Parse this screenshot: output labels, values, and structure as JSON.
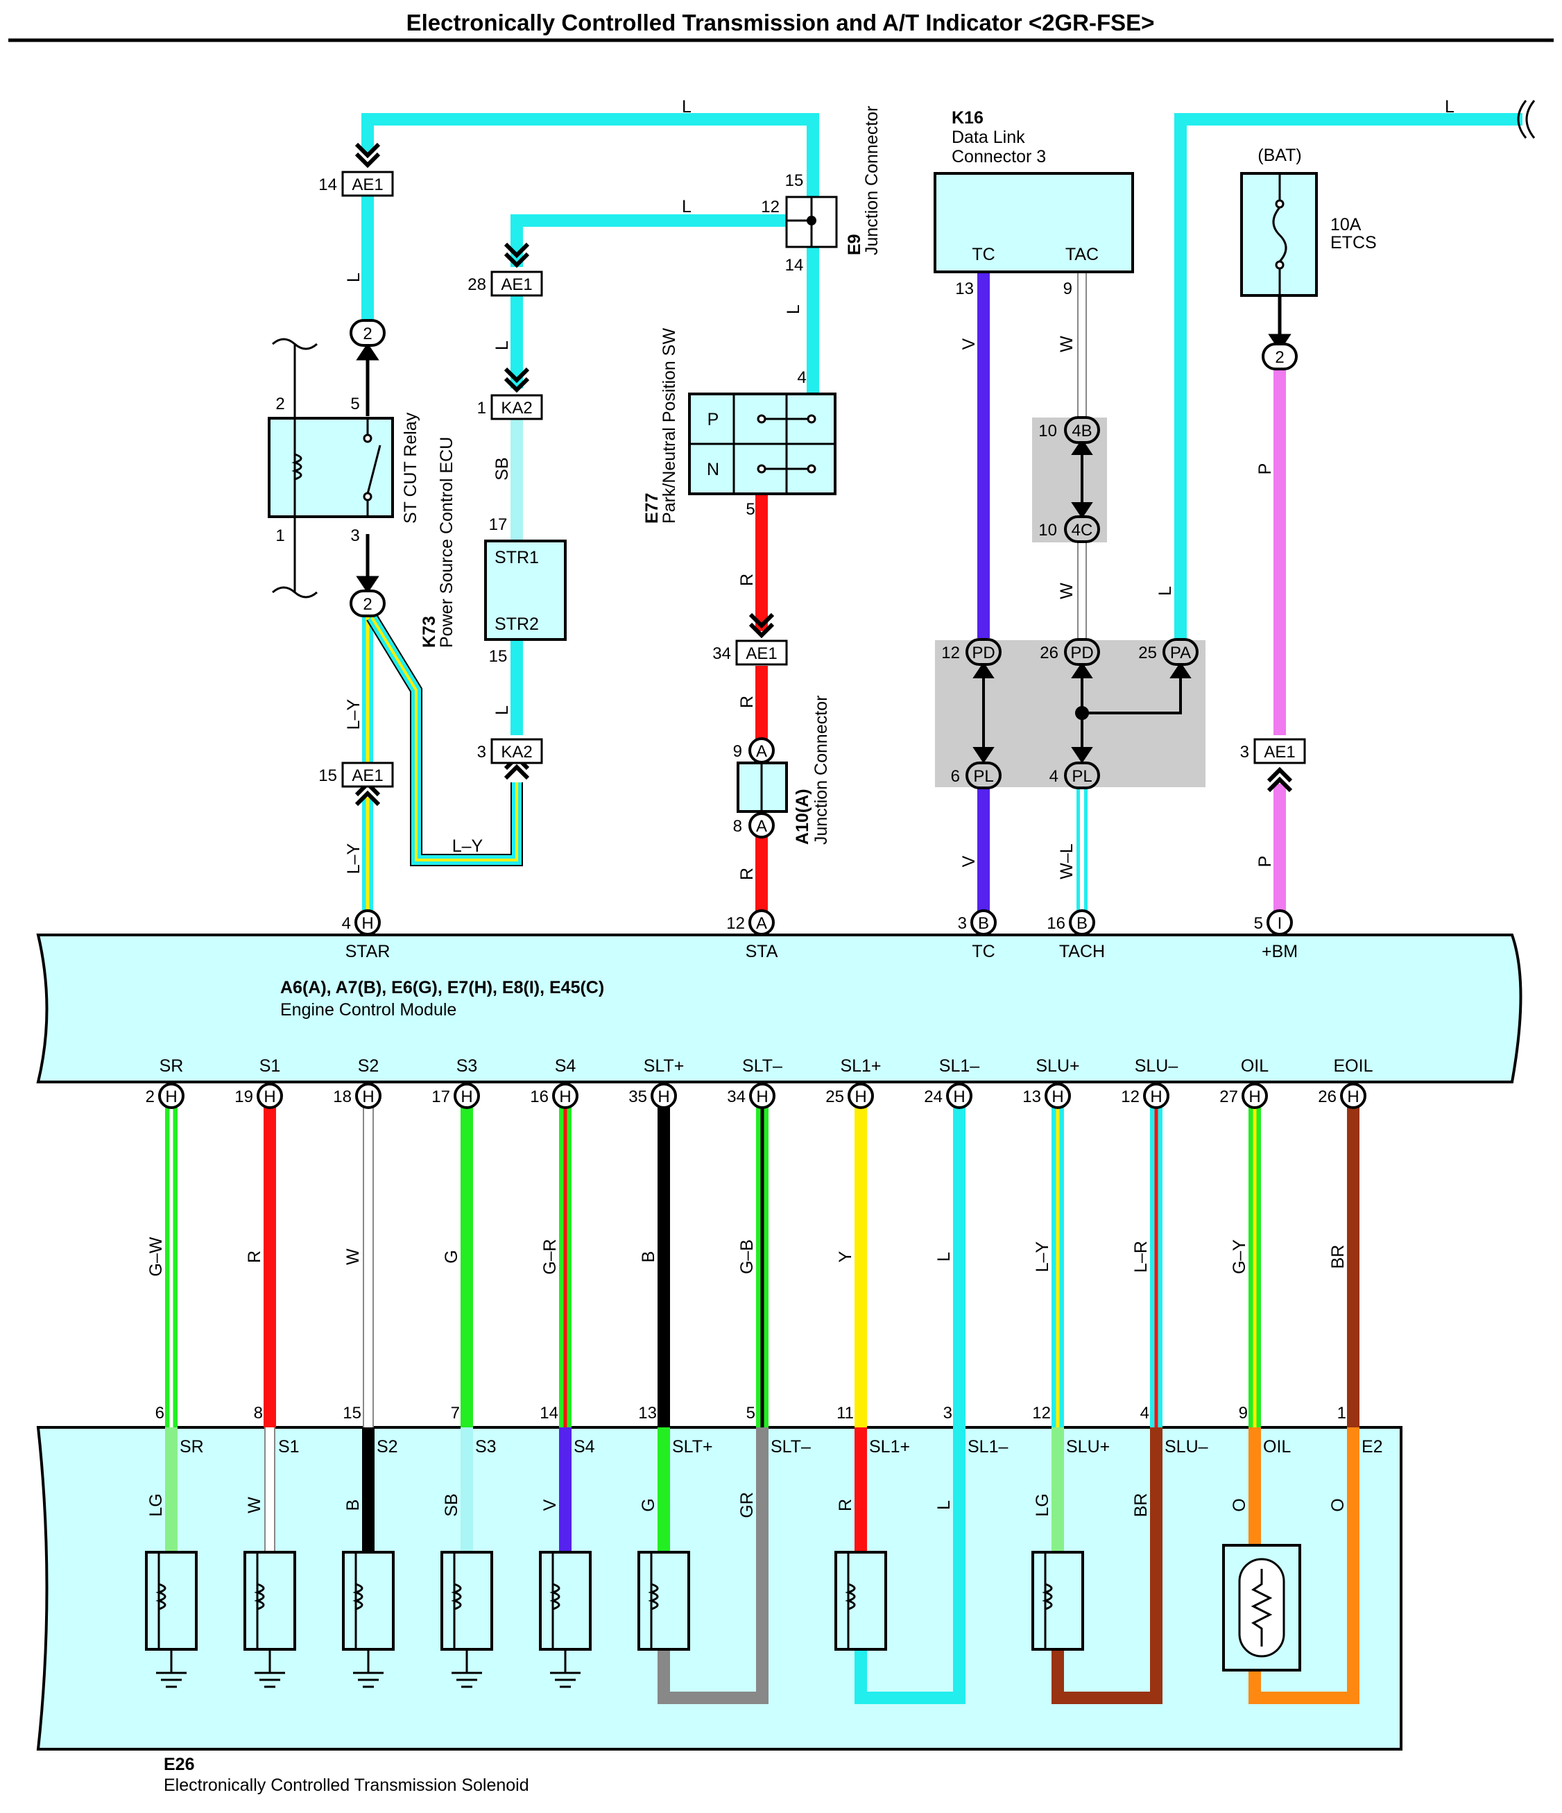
{
  "title": "Electronically Controlled Transmission and A/T Indicator <2GR-FSE>",
  "colors": {
    "L": "#22eeee",
    "SB": "#aaf5f5",
    "V": "#5522ee",
    "W": "#ffffff",
    "P": "#f07af0",
    "R": "#ff1111",
    "G": "#22ee22",
    "LG": "#88f088",
    "B": "#000000",
    "Y": "#ffee00",
    "BR": "#993311",
    "O": "#ff8811",
    "GR": "#888888",
    "background": "#ccffff",
    "splice_area": "#cccccc"
  },
  "components": {
    "relay": {
      "code": "",
      "name": "ST CUT Relay",
      "pins": [
        "2",
        "5",
        "1",
        "3"
      ]
    },
    "ecu_power": {
      "code": "K73",
      "name": "Power Source Control ECU",
      "pin_top": "17",
      "pin_bottom": "15",
      "term1": "STR1",
      "term2": "STR2"
    },
    "jc_e9": {
      "code": "E9",
      "name": "Junction Connector",
      "pins": [
        "15",
        "12",
        "14"
      ]
    },
    "pnp": {
      "code": "E77",
      "name": "Park/Neutral Position SW",
      "p": "P",
      "n": "N",
      "pin_in": "4",
      "pin_out": "5"
    },
    "jc_a10": {
      "code": "A10(A)",
      "name": "Junction Connector",
      "pin_a": "9",
      "pin_b": "8",
      "letter": "A"
    },
    "dlc": {
      "code": "K16",
      "name": "Data Link",
      "name2": "Connector 3",
      "tc": "TC",
      "tac": "TAC",
      "pin_tc": "13",
      "pin_tac": "9"
    },
    "fuse": {
      "label": "(BAT)",
      "rating": "10A",
      "name": "ETCS"
    },
    "ecm": {
      "codes": "A6(A), A7(B), E6(G), E7(H), E8(I), E45(C)",
      "name": "Engine Control Module"
    },
    "solenoid": {
      "code": "E26",
      "name": "Electronically Controlled Transmission Solenoid"
    }
  },
  "connectors": {
    "ae1": "AE1",
    "ka2": "KA2",
    "c4b": "4B",
    "c4c": "4C",
    "pd": "PD",
    "pa": "PA",
    "pl": "PL",
    "c2": "2",
    "h": "H",
    "a": "A",
    "b": "B",
    "i": "I",
    "p14": "14",
    "p28": "28",
    "p1": "1",
    "p3": "3",
    "p34": "34",
    "p15": "15",
    "p10": "10",
    "p12": "12",
    "p26": "26",
    "p25": "25",
    "p6": "6",
    "p4": "4"
  },
  "upper_wire_labels": {
    "l": "L",
    "sb": "SB",
    "ly": "L–Y",
    "v": "V",
    "w": "W",
    "wl": "W–L",
    "r": "R",
    "p": "P"
  },
  "ecm_top_pins": [
    {
      "name": "STAR",
      "pin": "4",
      "letter": "H"
    },
    {
      "name": "STA",
      "pin": "12",
      "letter": "A"
    },
    {
      "name": "TC",
      "pin": "3",
      "letter": "B"
    },
    {
      "name": "TACH",
      "pin": "16",
      "letter": "B"
    },
    {
      "name": "+BM",
      "pin": "5",
      "letter": "I"
    }
  ],
  "ecm_bottom_pins": [
    {
      "name": "SR",
      "pin": "2",
      "wire": "G–W",
      "sol_pin": "6",
      "sol_term": "SR",
      "sol_wire": "LG"
    },
    {
      "name": "S1",
      "pin": "19",
      "wire": "R",
      "sol_pin": "8",
      "sol_term": "S1",
      "sol_wire": "W"
    },
    {
      "name": "S2",
      "pin": "18",
      "wire": "W",
      "sol_pin": "15",
      "sol_term": "S2",
      "sol_wire": "B"
    },
    {
      "name": "S3",
      "pin": "17",
      "wire": "G",
      "sol_pin": "7",
      "sol_term": "S3",
      "sol_wire": "SB"
    },
    {
      "name": "S4",
      "pin": "16",
      "wire": "G–R",
      "sol_pin": "14",
      "sol_term": "S4",
      "sol_wire": "V"
    },
    {
      "name": "SLT+",
      "pin": "35",
      "wire": "B",
      "sol_pin": "13",
      "sol_term": "SLT+",
      "sol_wire": "G"
    },
    {
      "name": "SLT–",
      "pin": "34",
      "wire": "G–B",
      "sol_pin": "5",
      "sol_term": "SLT–",
      "sol_wire": "GR"
    },
    {
      "name": "SL1+",
      "pin": "25",
      "wire": "Y",
      "sol_pin": "11",
      "sol_term": "SL1+",
      "sol_wire": "R"
    },
    {
      "name": "SL1–",
      "pin": "24",
      "wire": "L",
      "sol_pin": "3",
      "sol_term": "SL1–",
      "sol_wire": "L"
    },
    {
      "name": "SLU+",
      "pin": "13",
      "wire": "L–Y",
      "sol_pin": "12",
      "sol_term": "SLU+",
      "sol_wire": "LG"
    },
    {
      "name": "SLU–",
      "pin": "12",
      "wire": "L–R",
      "sol_pin": "4",
      "sol_term": "SLU–",
      "sol_wire": "BR"
    },
    {
      "name": "OIL",
      "pin": "27",
      "wire": "G–Y",
      "sol_pin": "9",
      "sol_term": "OIL",
      "sol_wire": "O"
    },
    {
      "name": "EOIL",
      "pin": "26",
      "wire": "BR",
      "sol_pin": "1",
      "sol_term": "E2",
      "sol_wire": "O"
    }
  ]
}
